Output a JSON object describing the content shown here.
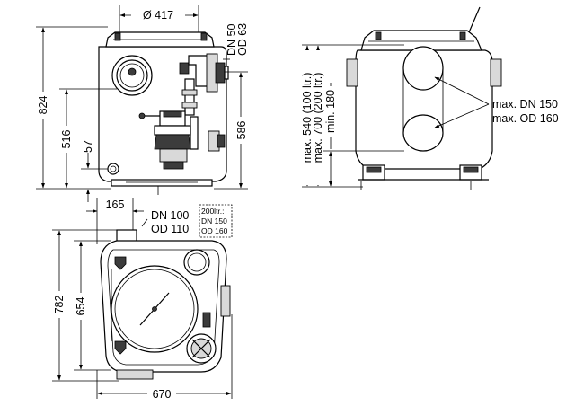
{
  "front_view": {
    "dims": {
      "width_top": "Ø 417",
      "height_total": "824",
      "height_inlet": "516",
      "height_base": "57",
      "height_outlet": "586"
    },
    "outlet": {
      "dn": "DN 50",
      "od": "OD 63"
    }
  },
  "side_view": {
    "dims": {
      "max_inlet_small": "max. 540 (100 ltr.)",
      "max_inlet_large": "max. 700 (200 ltr.)",
      "min_inlet": "min. 180"
    },
    "inlet": {
      "dn": "max. DN 150",
      "od": "max. OD 160"
    }
  },
  "top_view": {
    "dims": {
      "offset": "165",
      "depth_total": "782",
      "depth_body": "654",
      "width_total": "670"
    },
    "vent": {
      "dn": "DN 100",
      "od": "OD 110"
    },
    "option_box": {
      "title": "200ltr.:",
      "dn": "DN 150",
      "od": "OD 160"
    }
  }
}
